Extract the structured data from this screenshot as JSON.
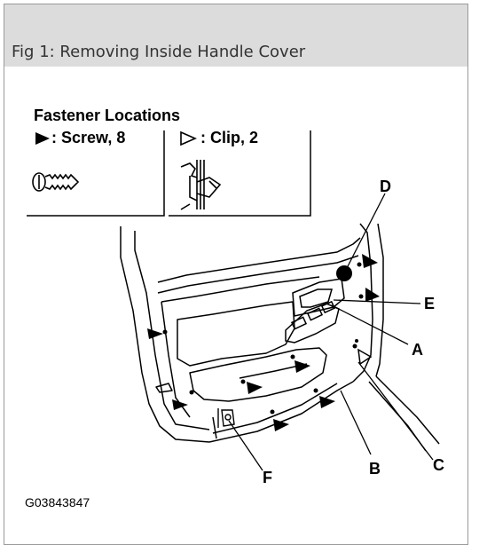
{
  "header": {
    "title": "Fig 1: Removing Inside Handle Cover"
  },
  "legend": {
    "title": "Fastener Locations",
    "screw_label": ": Screw, 8",
    "clip_label": ": Clip, 2"
  },
  "callouts": {
    "a": "A",
    "b": "B",
    "c": "C",
    "d": "D",
    "e": "E",
    "f": "F"
  },
  "figure_id": "G03843847",
  "icons": [
    "screw-marker-icon",
    "clip-marker-icon",
    "screw-icon",
    "clip-icon"
  ]
}
